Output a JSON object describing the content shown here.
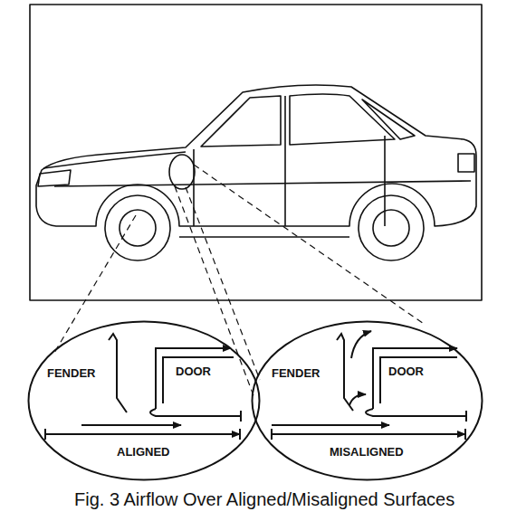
{
  "diagram": {
    "caption": "Fig. 3 Airflow Over Aligned/Misaligned Surfaces",
    "nodes": [
      {
        "text": [
          "FENDER",
          "DOOR",
          "ALIGNED"
        ]
      },
      {
        "text": [
          "FENDER",
          "DOOR",
          "MISALIGNED"
        ]
      }
    ]
  }
}
